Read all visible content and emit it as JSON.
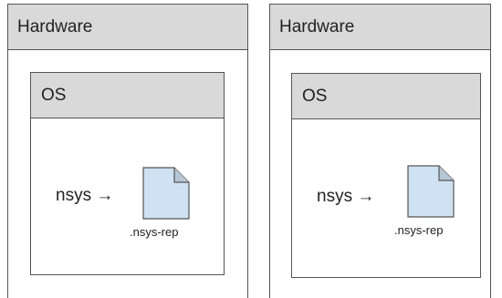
{
  "panels": [
    {
      "hardware_label": "Hardware",
      "os_label": "OS",
      "tool_label": "nsys →",
      "file_label": ".nsys-rep"
    },
    {
      "hardware_label": "Hardware",
      "os_label": "OS",
      "tool_label": "nsys →",
      "file_label": ".nsys-rep"
    }
  ],
  "colors": {
    "header_fill": "#d9d9d9",
    "file_fill": "#cfe2f3",
    "outline": "#555555"
  },
  "icons": {
    "file": "document-icon"
  }
}
